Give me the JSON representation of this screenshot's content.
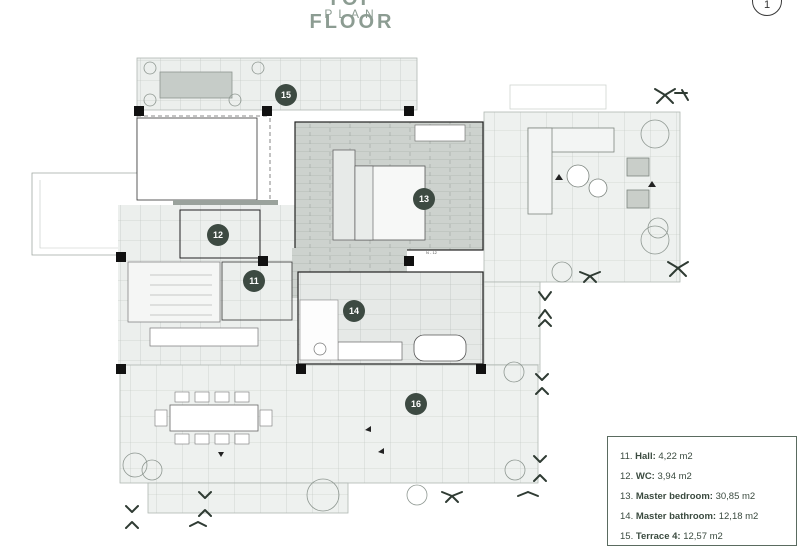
{
  "header": {
    "title": "TOP FLOOR",
    "subtitle": "PLAN",
    "page_marker": "1"
  },
  "rooms": [
    {
      "number": "11",
      "name": "Hall:",
      "area": "4,22 m2"
    },
    {
      "number": "12",
      "name": "WC:",
      "area": "3,94 m2"
    },
    {
      "number": "13",
      "name": "Master bedroom:",
      "area": "30,85 m2"
    },
    {
      "number": "14",
      "name": "Master bathroom:",
      "area": "12,18 m2"
    },
    {
      "number": "15",
      "name": "Terrace 4:",
      "area": "12,57 m2"
    },
    {
      "number": "16",
      "name": "",
      "area": ""
    }
  ],
  "plan_marks": {
    "door_tag": "N - 12"
  },
  "colors": {
    "room_badge": "#3d4a42",
    "floor_tile": "#ebeeec",
    "wood_floor": "#c9cfcb",
    "wall": "#111111",
    "legend_border": "#5a6b60",
    "plants": "#2f3b33"
  }
}
